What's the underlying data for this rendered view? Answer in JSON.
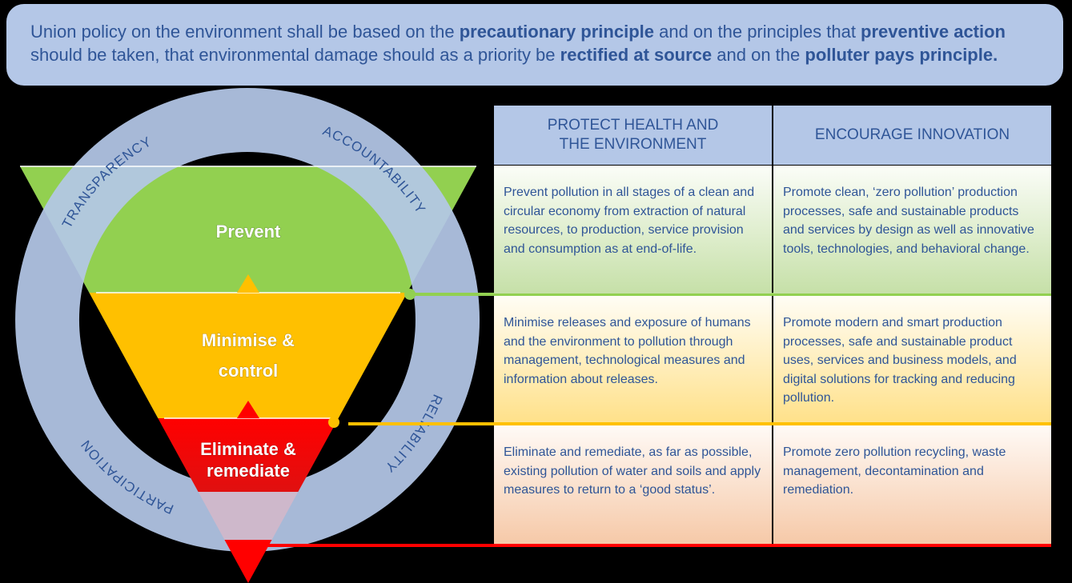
{
  "banner": {
    "t1": "Union policy on the environment shall be based on the ",
    "b1": "precautionary principle",
    "t2": " and on the principles that ",
    "b2": "preventive action",
    "t3": " should be taken, that environmental damage should as a priority be ",
    "b3": "rectified at source",
    "t4": " and on the ",
    "b4": "polluter pays principle."
  },
  "ring": {
    "top_left": "TRANSPARENCY",
    "top_right": "ACCOUNTABILITY",
    "bottom_left": "PARTICIPATION",
    "bottom_right": "RELIABILITY"
  },
  "pyramid": {
    "level1": "Prevent",
    "level2_a": "Minimise &",
    "level2_b": "control",
    "level3_a": "Eliminate &",
    "level3_b": "remediate"
  },
  "colors": {
    "green": "#92d050",
    "yellow": "#ffc000",
    "red": "#ff0000",
    "ring": "#b4c7e7",
    "text": "#2f5597"
  },
  "table": {
    "headers": [
      "PROTECT HEALTH AND\nTHE ENVIRONMENT",
      "ENCOURAGE INNOVATION"
    ],
    "rows": [
      [
        "Prevent pollution in all stages of a clean and circular economy from extraction of natural resources, to production, service provision and consumption as at end-of-life.",
        "Promote clean, ‘zero pollution’ production processes, safe and sustainable products and services by design as well as innovative tools, technologies, and behavioral change."
      ],
      [
        "Minimise releases and exposure of humans and the environment to pollution through management, technological measures and information about releases.",
        "Promote modern and smart production processes, safe and sustainable product uses, services and business models, and digital solutions for tracking and reducing pollution."
      ],
      [
        "Eliminate and remediate, as far as possible, existing pollution of water and soils and apply measures to return to a ‘good status’.",
        "Promote zero pollution recycling, waste management, decontamination and remediation."
      ]
    ]
  }
}
